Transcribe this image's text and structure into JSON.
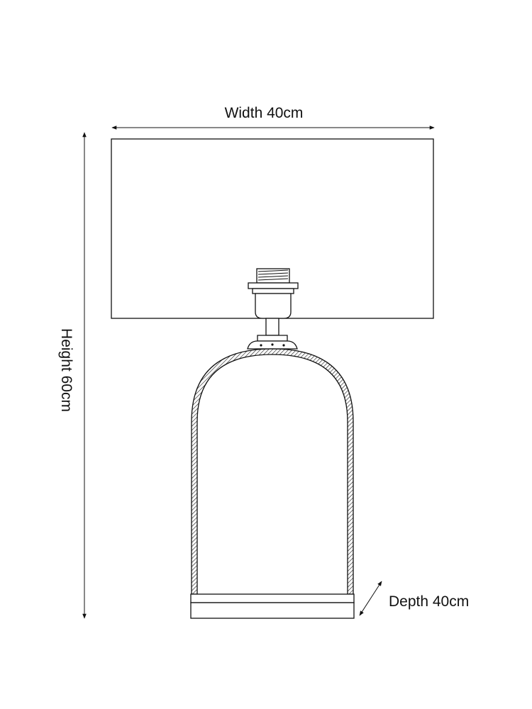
{
  "dimensions": {
    "width_label": "Width 40cm",
    "height_label": "Height 60cm",
    "depth_label": "Depth 40cm"
  },
  "colors": {
    "line": "#111111",
    "background": "#ffffff"
  }
}
